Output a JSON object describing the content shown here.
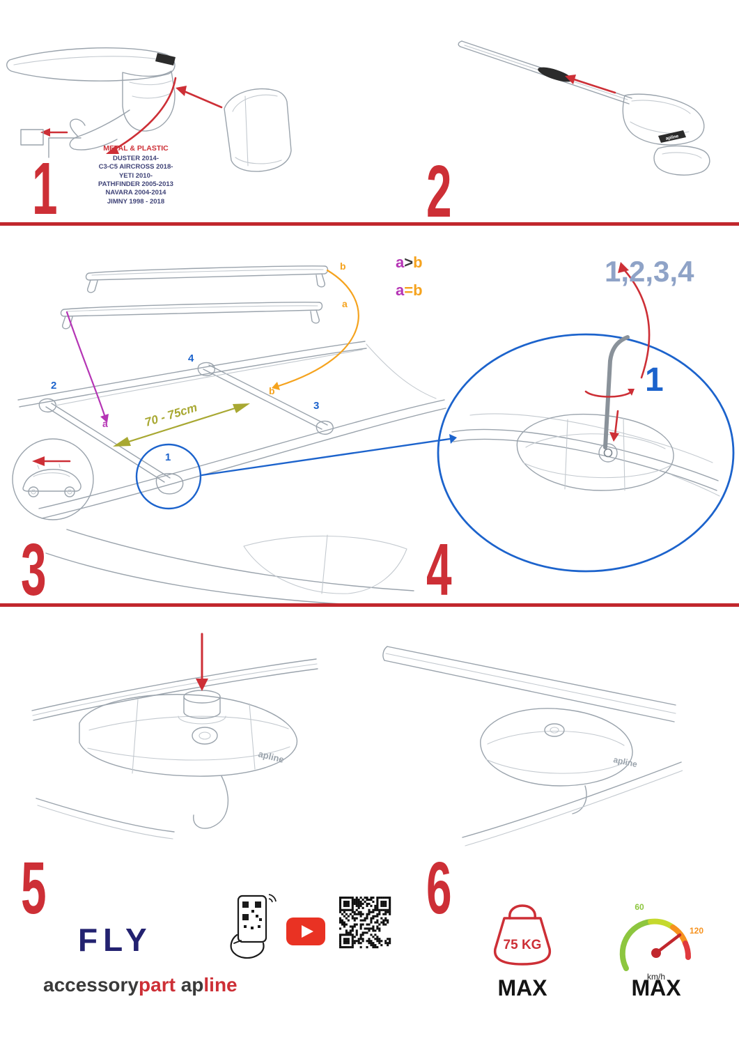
{
  "steps": {
    "step1": {
      "number": "1",
      "material": "METAL & PLASTIC",
      "models": [
        "DUSTER 2014-",
        "C3-C5 AIRCROSS 2018-",
        "YETI 2010-",
        "PATHFINDER 2005-2013",
        "NAVARA 2004-2014",
        "JIMNY 1998 - 2018"
      ]
    },
    "step2": {
      "number": "2"
    },
    "step3": {
      "number": "3",
      "legend_gt": {
        "a": "a",
        "op": ">",
        "b": "b"
      },
      "legend_eq": {
        "a": "a",
        "op": "=",
        "b": "b"
      },
      "loose_bar_top": "b",
      "loose_bar_bottom": "a",
      "measurement": "70 - 75cm",
      "roof": {
        "pos2": "2",
        "pos4": "4",
        "pos3": "3",
        "pos1": "1",
        "a": "a",
        "b": "b"
      }
    },
    "step4": {
      "number": "4",
      "sequence": "1,2,3,4",
      "highlight": "1"
    },
    "step5": {
      "number": "5"
    },
    "step6": {
      "number": "6",
      "weight": "75 KG",
      "weight_max": "MAX",
      "speed_low": "60",
      "speed_high": "120",
      "speed_unit": "km/h",
      "speed_max": "MAX"
    }
  },
  "branding": {
    "model": "FLY",
    "brand_accessory": "accessory",
    "brand_part": "part",
    "brand_ap": "ap",
    "brand_line": "line",
    "product_logo": "apline"
  },
  "colors": {
    "red": "#cd2f36",
    "blue": "#1c63cc",
    "slate": "#8fa3c7",
    "orange": "#f5a31e",
    "magenta": "#b535b5",
    "olive": "#a8a832",
    "navy": "#232270",
    "green": "#8dc63f"
  }
}
